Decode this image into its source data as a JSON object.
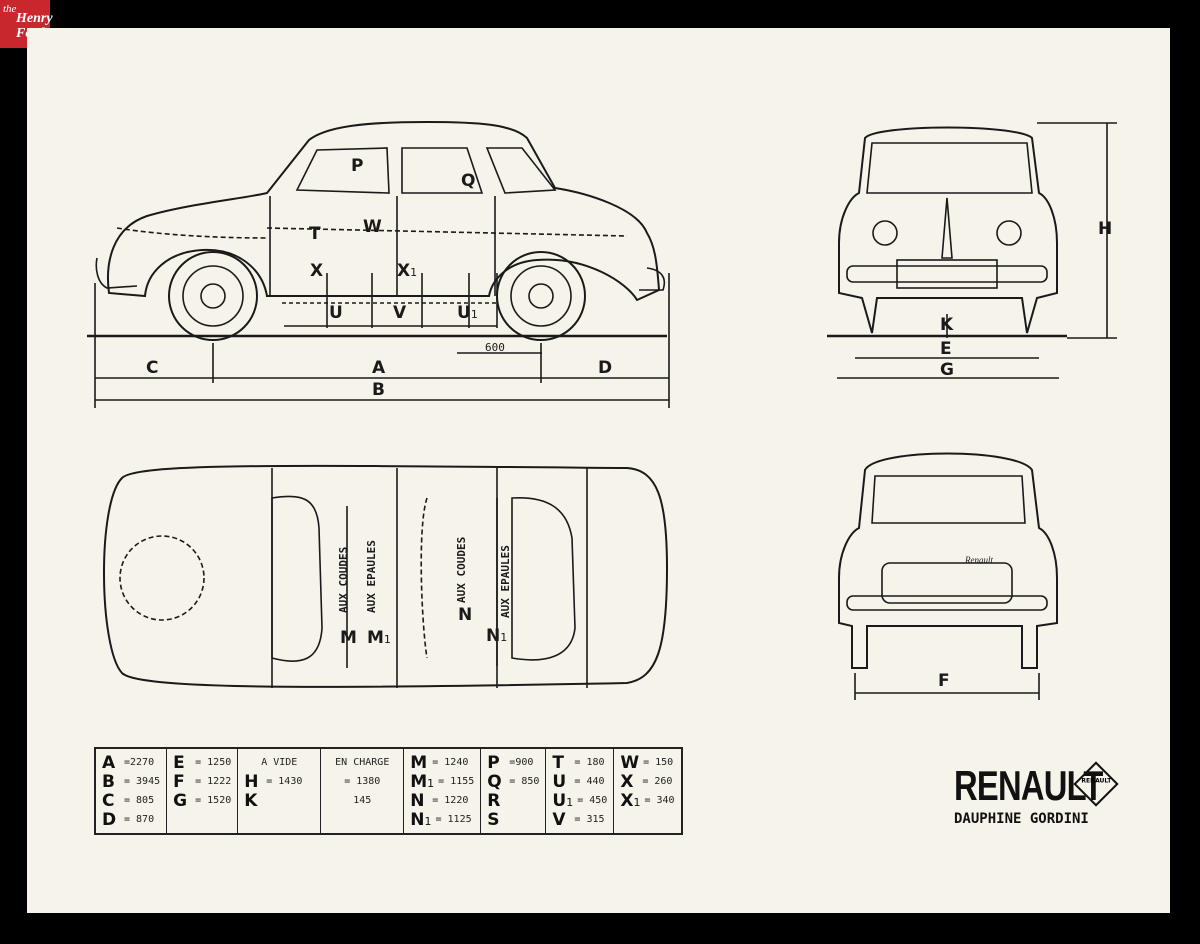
{
  "logo": {
    "the": "the",
    "henry": "Henry",
    "ford": "Ford"
  },
  "side_view": {
    "labels": {
      "P": "P",
      "Q": "Q",
      "T": "T",
      "W": "W",
      "X": "X",
      "X1": "X",
      "U": "U",
      "V": "V",
      "U1": "U",
      "C": "C",
      "A": "A",
      "D": "D",
      "B": "B"
    },
    "dim_600": "600"
  },
  "front_view": {
    "labels": {
      "H": "H",
      "K": "K",
      "E": "E",
      "G": "G"
    }
  },
  "rear_view": {
    "labels": {
      "F": "F"
    },
    "script": "Renault"
  },
  "top_view": {
    "text_coudes_1": "AUX COUDES",
    "text_epaules_1": "AUX EPAULES",
    "text_coudes_2": "AUX COUDES",
    "text_epaules_2": "AUX EPAULES",
    "labels": {
      "M": "M",
      "M1": "M",
      "N": "N",
      "N1": "N"
    }
  },
  "specs": {
    "col1": [
      {
        "k": "A",
        "v": "=2270"
      },
      {
        "k": "B",
        "v": "= 3945"
      },
      {
        "k": "C",
        "v": "= 805"
      },
      {
        "k": "D",
        "v": "= 870"
      }
    ],
    "col2": [
      {
        "k": "E",
        "v": "= 1250"
      },
      {
        "k": "F",
        "v": "= 1222"
      },
      {
        "k": "G",
        "v": "= 1520"
      }
    ],
    "col3": {
      "header": "A VIDE",
      "rows": [
        {
          "k": "H",
          "v": "= 1430"
        },
        {
          "k": "K",
          "v": ""
        }
      ]
    },
    "col4": {
      "header": "EN CHARGE",
      "values": [
        "= 1380",
        "145"
      ]
    },
    "col5": [
      {
        "k": "M",
        "v": "= 1240"
      },
      {
        "k": "M",
        "sub": "1",
        "v": "= 1155"
      },
      {
        "k": "N",
        "v": "= 1220"
      },
      {
        "k": "N",
        "sub": "1",
        "v": "= 1125"
      }
    ],
    "col6": [
      {
        "k": "P",
        "v": "=900"
      },
      {
        "k": "Q",
        "v": "= 850"
      },
      {
        "k": "R",
        "v": ""
      },
      {
        "k": "S",
        "v": ""
      }
    ],
    "col7": [
      {
        "k": "T",
        "v": "= 180"
      },
      {
        "k": "U",
        "v": "= 440"
      },
      {
        "k": "U",
        "sub": "1",
        "v": "= 450"
      },
      {
        "k": "V",
        "v": "= 315"
      }
    ],
    "col8": [
      {
        "k": "W",
        "v": "= 150"
      },
      {
        "k": "X",
        "v": "= 260"
      },
      {
        "k": "X",
        "sub": "1",
        "v": "= 340"
      }
    ]
  },
  "brand": {
    "name": "RENAULT",
    "emblem": "RENAULT",
    "model": "DAUPHINE GORDINI"
  },
  "colors": {
    "paper": "#f6f3ea",
    "ink": "#1a1a1a",
    "logo_red": "#c8282d"
  }
}
